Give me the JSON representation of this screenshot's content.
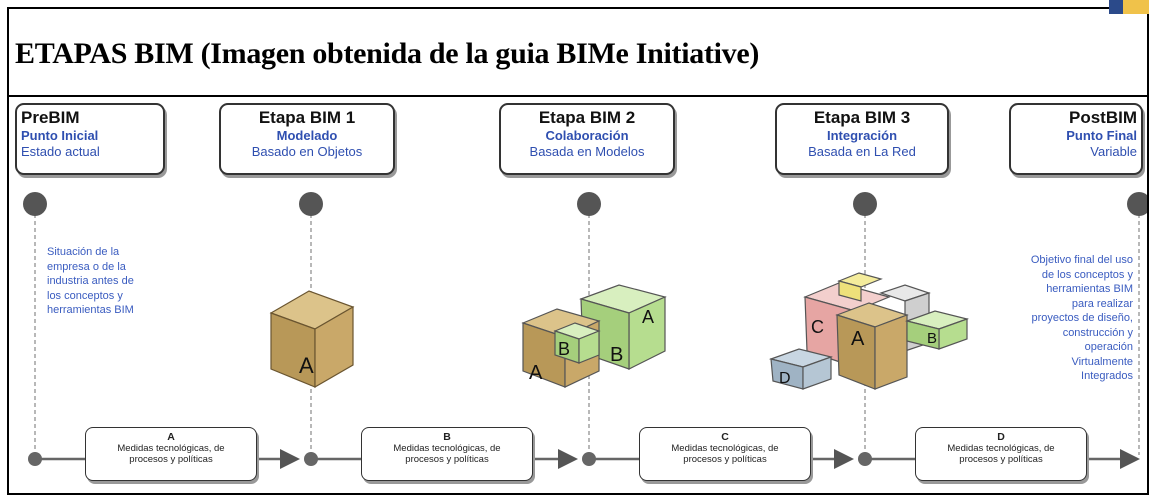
{
  "title": "ETAPAS BIM (Imagen obtenida de la guia BIMe Initiative)",
  "stages": [
    {
      "name": "PreBIM",
      "subtitle": "Punto Inicial",
      "description": "Estado actual"
    },
    {
      "name": "Etapa BIM 1",
      "subtitle": "Modelado",
      "description": "Basado en Objetos"
    },
    {
      "name": "Etapa BIM 2",
      "subtitle": "Colaboración",
      "description": "Basada en Modelos"
    },
    {
      "name": "Etapa BIM 3",
      "subtitle": "Integración",
      "description": "Basada en La Red"
    },
    {
      "name": "PostBIM",
      "subtitle": "Punto Final",
      "description": "Variable"
    }
  ],
  "prebim_text": [
    "Situación de la",
    "empresa o de la",
    "industria antes de",
    "los conceptos y",
    "herramientas BIM"
  ],
  "postbim_text": [
    "Objetivo final del uso",
    "de los conceptos y",
    "herramientas BIM",
    "para realizar",
    "proyectos de diseño,",
    "construcción y",
    "operación",
    "Virtualmente",
    "Integrados"
  ],
  "measures": [
    {
      "letter": "A",
      "line1": "Medidas tecnológicas, de",
      "line2": "procesos y políticas"
    },
    {
      "letter": "B",
      "line1": "Medidas tecnológicas, de",
      "line2": "procesos y políticas"
    },
    {
      "letter": "C",
      "line1": "Medidas tecnológicas, de",
      "line2": "procesos y políticas"
    },
    {
      "letter": "D",
      "line1": "Medidas tecnológicas, de",
      "line2": "procesos y políticas"
    }
  ],
  "cube_labels": {
    "stage1": [
      "A"
    ],
    "stage2": [
      "A",
      "B",
      "B",
      "A"
    ],
    "stage3": [
      "C",
      "A",
      "B",
      "D"
    ]
  },
  "colors": {
    "stage_text_blue": "#2f4fb0",
    "cube_tan": "#c9a869",
    "cube_green": "#b6dd8f",
    "cube_pink": "#e6a5a3",
    "cube_grey_blue": "#9fb3c4",
    "cube_yellow": "#eee17a"
  }
}
